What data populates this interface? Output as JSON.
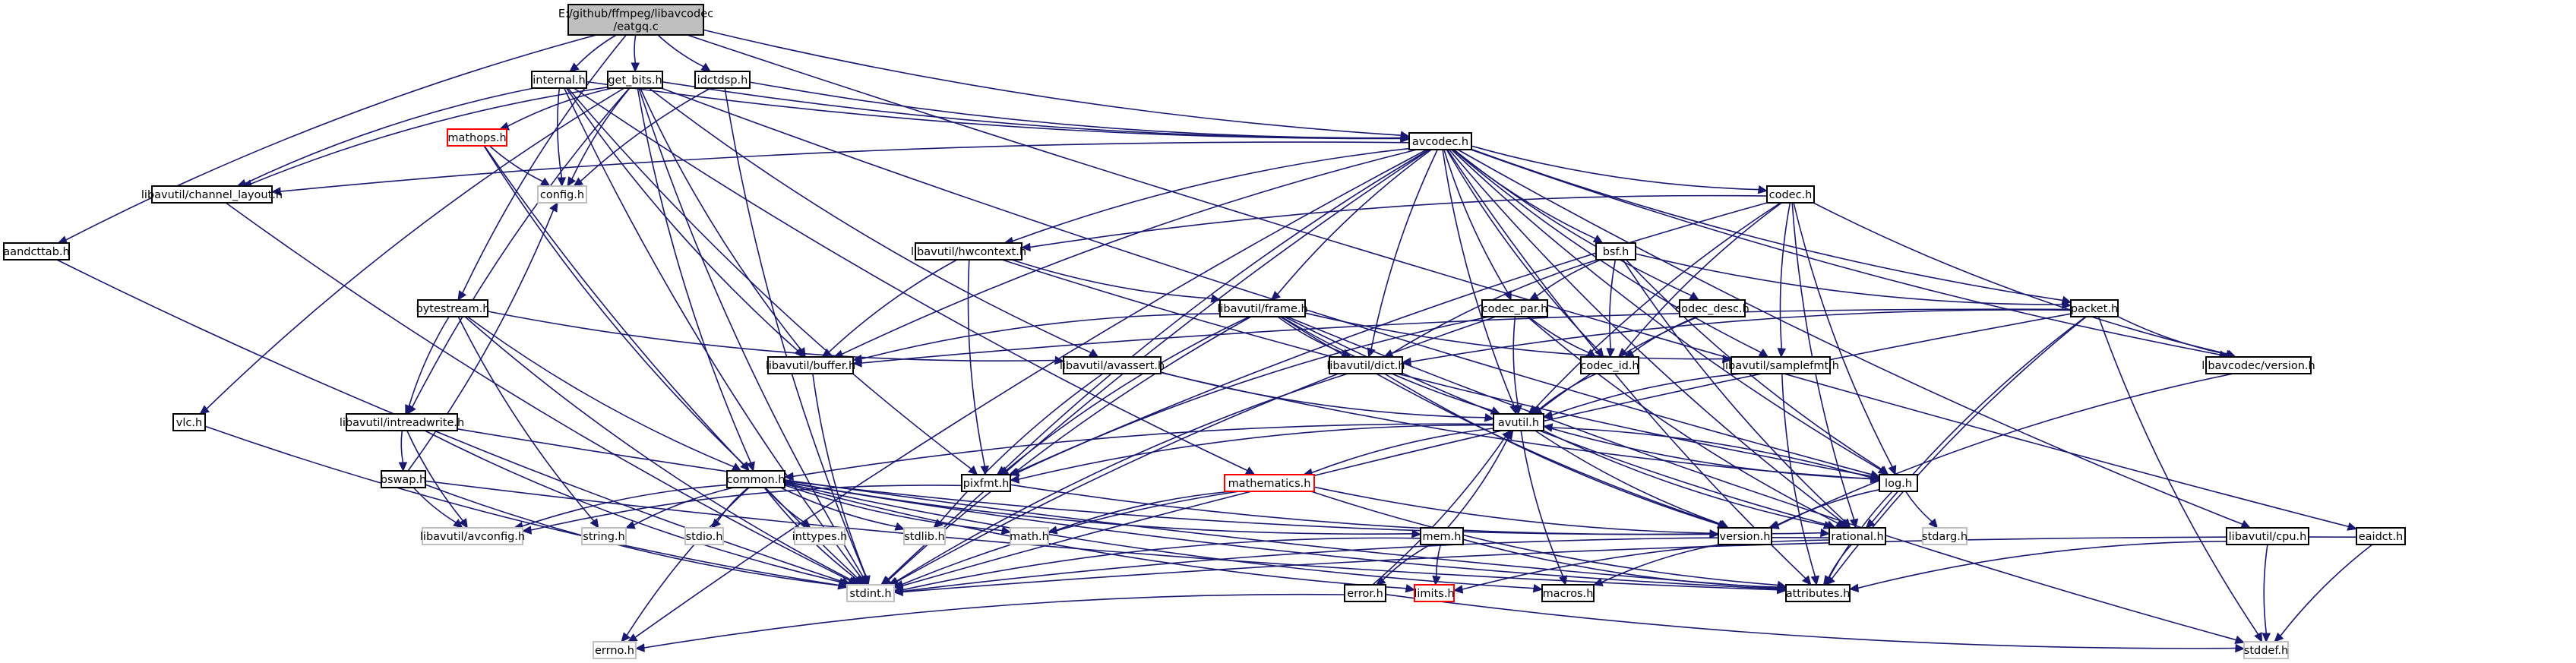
{
  "graph": {
    "colors": {
      "edge": "#191970",
      "root_fill": "#bfbfbf",
      "node_fill": "#ffffff",
      "node_border": "#000000",
      "external_border": "#bfbfbf",
      "truncated_border": "#ff0000",
      "background": "#ffffff"
    },
    "nodes": [
      {
        "id": "eatgq",
        "label_lines": [
          "E:/github/ffmpeg/libavcodec",
          "/eatgq.c"
        ],
        "kind": "root"
      },
      {
        "id": "internal",
        "label_lines": [
          "internal.h"
        ],
        "kind": "normal"
      },
      {
        "id": "get_bits",
        "label_lines": [
          "get_bits.h"
        ],
        "kind": "normal"
      },
      {
        "id": "idctdsp",
        "label_lines": [
          "idctdsp.h"
        ],
        "kind": "normal"
      },
      {
        "id": "avcodec",
        "label_lines": [
          "avcodec.h"
        ],
        "kind": "normal"
      },
      {
        "id": "mathops",
        "label_lines": [
          "mathops.h"
        ],
        "kind": "truncated"
      },
      {
        "id": "config",
        "label_lines": [
          "config.h"
        ],
        "kind": "external"
      },
      {
        "id": "channel_layout",
        "label_lines": [
          "libavutil/channel_layout.h"
        ],
        "kind": "normal"
      },
      {
        "id": "aandcttab",
        "label_lines": [
          "aandcttab.h"
        ],
        "kind": "normal"
      },
      {
        "id": "codec",
        "label_lines": [
          "codec.h"
        ],
        "kind": "normal"
      },
      {
        "id": "hwcontext",
        "label_lines": [
          "libavutil/hwcontext.h"
        ],
        "kind": "normal"
      },
      {
        "id": "bsf",
        "label_lines": [
          "bsf.h"
        ],
        "kind": "normal"
      },
      {
        "id": "bytestream",
        "label_lines": [
          "bytestream.h"
        ],
        "kind": "normal"
      },
      {
        "id": "frame",
        "label_lines": [
          "libavutil/frame.h"
        ],
        "kind": "normal"
      },
      {
        "id": "codec_par",
        "label_lines": [
          "codec_par.h"
        ],
        "kind": "normal"
      },
      {
        "id": "codec_desc",
        "label_lines": [
          "codec_desc.h"
        ],
        "kind": "normal"
      },
      {
        "id": "packet",
        "label_lines": [
          "packet.h"
        ],
        "kind": "normal"
      },
      {
        "id": "buffer",
        "label_lines": [
          "libavutil/buffer.h"
        ],
        "kind": "normal"
      },
      {
        "id": "avassert",
        "label_lines": [
          "libavutil/avassert.h"
        ],
        "kind": "normal"
      },
      {
        "id": "dict",
        "label_lines": [
          "libavutil/dict.h"
        ],
        "kind": "normal"
      },
      {
        "id": "codec_id",
        "label_lines": [
          "codec_id.h"
        ],
        "kind": "normal"
      },
      {
        "id": "samplefmt",
        "label_lines": [
          "libavutil/samplefmt.h"
        ],
        "kind": "normal"
      },
      {
        "id": "lavc_version",
        "label_lines": [
          "libavcodec/version.h"
        ],
        "kind": "normal"
      },
      {
        "id": "vlc",
        "label_lines": [
          "vlc.h"
        ],
        "kind": "normal"
      },
      {
        "id": "intreadwrite",
        "label_lines": [
          "libavutil/intreadwrite.h"
        ],
        "kind": "normal"
      },
      {
        "id": "avutil",
        "label_lines": [
          "avutil.h"
        ],
        "kind": "normal"
      },
      {
        "id": "bswap",
        "label_lines": [
          "bswap.h"
        ],
        "kind": "normal"
      },
      {
        "id": "common",
        "label_lines": [
          "common.h"
        ],
        "kind": "normal"
      },
      {
        "id": "pixfmt",
        "label_lines": [
          "pixfmt.h"
        ],
        "kind": "normal"
      },
      {
        "id": "mathematics",
        "label_lines": [
          "mathematics.h"
        ],
        "kind": "truncated"
      },
      {
        "id": "log",
        "label_lines": [
          "log.h"
        ],
        "kind": "normal"
      },
      {
        "id": "avconfig",
        "label_lines": [
          "libavutil/avconfig.h"
        ],
        "kind": "external"
      },
      {
        "id": "string",
        "label_lines": [
          "string.h"
        ],
        "kind": "external"
      },
      {
        "id": "stdio",
        "label_lines": [
          "stdio.h"
        ],
        "kind": "external"
      },
      {
        "id": "inttypes",
        "label_lines": [
          "inttypes.h"
        ],
        "kind": "external"
      },
      {
        "id": "stdlib",
        "label_lines": [
          "stdlib.h"
        ],
        "kind": "external"
      },
      {
        "id": "math",
        "label_lines": [
          "math.h"
        ],
        "kind": "external"
      },
      {
        "id": "version",
        "label_lines": [
          "version.h"
        ],
        "kind": "normal"
      },
      {
        "id": "rational",
        "label_lines": [
          "rational.h"
        ],
        "kind": "normal"
      },
      {
        "id": "stdarg",
        "label_lines": [
          "stdarg.h"
        ],
        "kind": "external"
      },
      {
        "id": "cpu",
        "label_lines": [
          "libavutil/cpu.h"
        ],
        "kind": "normal"
      },
      {
        "id": "eaidct",
        "label_lines": [
          "eaidct.h"
        ],
        "kind": "normal"
      },
      {
        "id": "mem",
        "label_lines": [
          "mem.h"
        ],
        "kind": "normal"
      },
      {
        "id": "stdint",
        "label_lines": [
          "stdint.h"
        ],
        "kind": "external"
      },
      {
        "id": "error",
        "label_lines": [
          "error.h"
        ],
        "kind": "normal"
      },
      {
        "id": "limits",
        "label_lines": [
          "limits.h"
        ],
        "kind": "truncated"
      },
      {
        "id": "macros",
        "label_lines": [
          "macros.h"
        ],
        "kind": "normal"
      },
      {
        "id": "attributes",
        "label_lines": [
          "attributes.h"
        ],
        "kind": "normal"
      },
      {
        "id": "errno",
        "label_lines": [
          "errno.h"
        ],
        "kind": "external"
      },
      {
        "id": "stddef",
        "label_lines": [
          "stddef.h"
        ],
        "kind": "external"
      }
    ],
    "edges": [
      [
        "eatgq",
        "internal"
      ],
      [
        "eatgq",
        "get_bits"
      ],
      [
        "eatgq",
        "idctdsp"
      ],
      [
        "eatgq",
        "avcodec"
      ],
      [
        "eatgq",
        "aandcttab"
      ],
      [
        "eatgq",
        "bytestream"
      ],
      [
        "eatgq",
        "eaidct"
      ],
      [
        "internal",
        "avcodec"
      ],
      [
        "internal",
        "config"
      ],
      [
        "internal",
        "channel_layout"
      ],
      [
        "internal",
        "buffer"
      ],
      [
        "internal",
        "pixfmt"
      ],
      [
        "internal",
        "stdint"
      ],
      [
        "internal",
        "mathematics"
      ],
      [
        "get_bits",
        "avcodec"
      ],
      [
        "get_bits",
        "mathops"
      ],
      [
        "get_bits",
        "config"
      ],
      [
        "get_bits",
        "channel_layout"
      ],
      [
        "get_bits",
        "vlc"
      ],
      [
        "get_bits",
        "intreadwrite"
      ],
      [
        "get_bits",
        "avassert"
      ],
      [
        "get_bits",
        "common"
      ],
      [
        "get_bits",
        "stdint"
      ],
      [
        "get_bits",
        "buffer"
      ],
      [
        "get_bits",
        "log"
      ],
      [
        "idctdsp",
        "avcodec"
      ],
      [
        "idctdsp",
        "config"
      ],
      [
        "idctdsp",
        "stdint"
      ],
      [
        "mathops",
        "config"
      ],
      [
        "mathops",
        "common"
      ],
      [
        "mathops",
        "stdint"
      ],
      [
        "avcodec",
        "channel_layout"
      ],
      [
        "avcodec",
        "codec"
      ],
      [
        "avcodec",
        "hwcontext"
      ],
      [
        "avcodec",
        "bsf"
      ],
      [
        "avcodec",
        "frame"
      ],
      [
        "avcodec",
        "codec_par"
      ],
      [
        "avcodec",
        "codec_desc"
      ],
      [
        "avcodec",
        "packet"
      ],
      [
        "avcodec",
        "buffer"
      ],
      [
        "avcodec",
        "dict"
      ],
      [
        "avcodec",
        "codec_id"
      ],
      [
        "avcodec",
        "samplefmt"
      ],
      [
        "avcodec",
        "lavc_version"
      ],
      [
        "avcodec",
        "avutil"
      ],
      [
        "avcodec",
        "pixfmt"
      ],
      [
        "avcodec",
        "log"
      ],
      [
        "avcodec",
        "rational"
      ],
      [
        "avcodec",
        "attributes"
      ],
      [
        "avcodec",
        "cpu"
      ],
      [
        "avcodec",
        "errno"
      ],
      [
        "avcodec",
        "stdint"
      ],
      [
        "channel_layout",
        "stdint"
      ],
      [
        "aandcttab",
        "stdint"
      ],
      [
        "codec",
        "hwcontext"
      ],
      [
        "codec",
        "codec_id"
      ],
      [
        "codec",
        "samplefmt"
      ],
      [
        "codec",
        "avutil"
      ],
      [
        "codec",
        "pixfmt"
      ],
      [
        "codec",
        "log"
      ],
      [
        "codec",
        "rational"
      ],
      [
        "codec",
        "lavc_version"
      ],
      [
        "hwcontext",
        "buffer"
      ],
      [
        "hwcontext",
        "frame"
      ],
      [
        "hwcontext",
        "pixfmt"
      ],
      [
        "hwcontext",
        "log"
      ],
      [
        "bsf",
        "codec_par"
      ],
      [
        "bsf",
        "packet"
      ],
      [
        "bsf",
        "codec_id"
      ],
      [
        "bsf",
        "dict"
      ],
      [
        "bsf",
        "log"
      ],
      [
        "bsf",
        "rational"
      ],
      [
        "bytestream",
        "avassert"
      ],
      [
        "bytestream",
        "common"
      ],
      [
        "bytestream",
        "intreadwrite"
      ],
      [
        "bytestream",
        "stdint"
      ],
      [
        "bytestream",
        "string"
      ],
      [
        "frame",
        "buffer"
      ],
      [
        "frame",
        "dict"
      ],
      [
        "frame",
        "samplefmt"
      ],
      [
        "frame",
        "avutil"
      ],
      [
        "frame",
        "pixfmt"
      ],
      [
        "frame",
        "rational"
      ],
      [
        "frame",
        "stdint"
      ],
      [
        "frame",
        "stddef"
      ],
      [
        "frame",
        "version"
      ],
      [
        "codec_par",
        "avutil"
      ],
      [
        "codec_par",
        "codec_id"
      ],
      [
        "codec_par",
        "pixfmt"
      ],
      [
        "codec_par",
        "rational"
      ],
      [
        "codec_par",
        "stdint"
      ],
      [
        "codec_desc",
        "avutil"
      ],
      [
        "codec_desc",
        "codec_id"
      ],
      [
        "packet",
        "buffer"
      ],
      [
        "packet",
        "dict"
      ],
      [
        "packet",
        "rational"
      ],
      [
        "packet",
        "attributes"
      ],
      [
        "packet",
        "lavc_version"
      ],
      [
        "packet",
        "stddef"
      ],
      [
        "packet",
        "stdint"
      ],
      [
        "buffer",
        "stdint"
      ],
      [
        "avassert",
        "avutil"
      ],
      [
        "avassert",
        "log"
      ],
      [
        "avassert",
        "stdlib"
      ],
      [
        "dict",
        "stdint"
      ],
      [
        "dict",
        "version"
      ],
      [
        "codec_id",
        "avutil"
      ],
      [
        "samplefmt",
        "avutil"
      ],
      [
        "samplefmt",
        "attributes"
      ],
      [
        "lavc_version",
        "version"
      ],
      [
        "vlc",
        "stdint"
      ],
      [
        "intreadwrite",
        "bswap"
      ],
      [
        "intreadwrite",
        "avconfig"
      ],
      [
        "intreadwrite",
        "attributes"
      ],
      [
        "intreadwrite",
        "stdint"
      ],
      [
        "avutil",
        "common"
      ],
      [
        "avutil",
        "rational"
      ],
      [
        "avutil",
        "version"
      ],
      [
        "avutil",
        "macros"
      ],
      [
        "avutil",
        "mathematics"
      ],
      [
        "avutil",
        "log"
      ],
      [
        "avutil",
        "pixfmt"
      ],
      [
        "bswap",
        "avconfig"
      ],
      [
        "bswap",
        "attributes"
      ],
      [
        "bswap",
        "stdint"
      ],
      [
        "bswap",
        "config"
      ],
      [
        "common",
        "errno"
      ],
      [
        "common",
        "inttypes"
      ],
      [
        "common",
        "limits"
      ],
      [
        "common",
        "math"
      ],
      [
        "common",
        "stdint"
      ],
      [
        "common",
        "stdio"
      ],
      [
        "common",
        "stdlib"
      ],
      [
        "common",
        "string"
      ],
      [
        "common",
        "attributes"
      ],
      [
        "common",
        "macros"
      ],
      [
        "common",
        "version"
      ],
      [
        "common",
        "avconfig"
      ],
      [
        "common",
        "mem"
      ],
      [
        "pixfmt",
        "version"
      ],
      [
        "pixfmt",
        "avconfig"
      ],
      [
        "mathematics",
        "stdint"
      ],
      [
        "mathematics",
        "math"
      ],
      [
        "mathematics",
        "attributes"
      ],
      [
        "mathematics",
        "rational"
      ],
      [
        "mathematics",
        "intfloat"
      ],
      [
        "log",
        "avutil"
      ],
      [
        "log",
        "stdarg"
      ],
      [
        "log",
        "attributes"
      ],
      [
        "log",
        "version"
      ],
      [
        "rational",
        "stdint"
      ],
      [
        "rational",
        "limits"
      ],
      [
        "rational",
        "attributes"
      ],
      [
        "version",
        "macros"
      ],
      [
        "cpu",
        "stddef"
      ],
      [
        "cpu",
        "attributes"
      ],
      [
        "eaidct",
        "stdint"
      ],
      [
        "eaidct",
        "stddef"
      ],
      [
        "mem",
        "error"
      ],
      [
        "mem",
        "limits"
      ],
      [
        "mem",
        "stdint"
      ],
      [
        "mem",
        "attributes"
      ],
      [
        "mem",
        "avutil"
      ],
      [
        "error",
        "errno"
      ],
      [
        "error",
        "stddef"
      ],
      [
        "error",
        "avutil"
      ]
    ]
  }
}
